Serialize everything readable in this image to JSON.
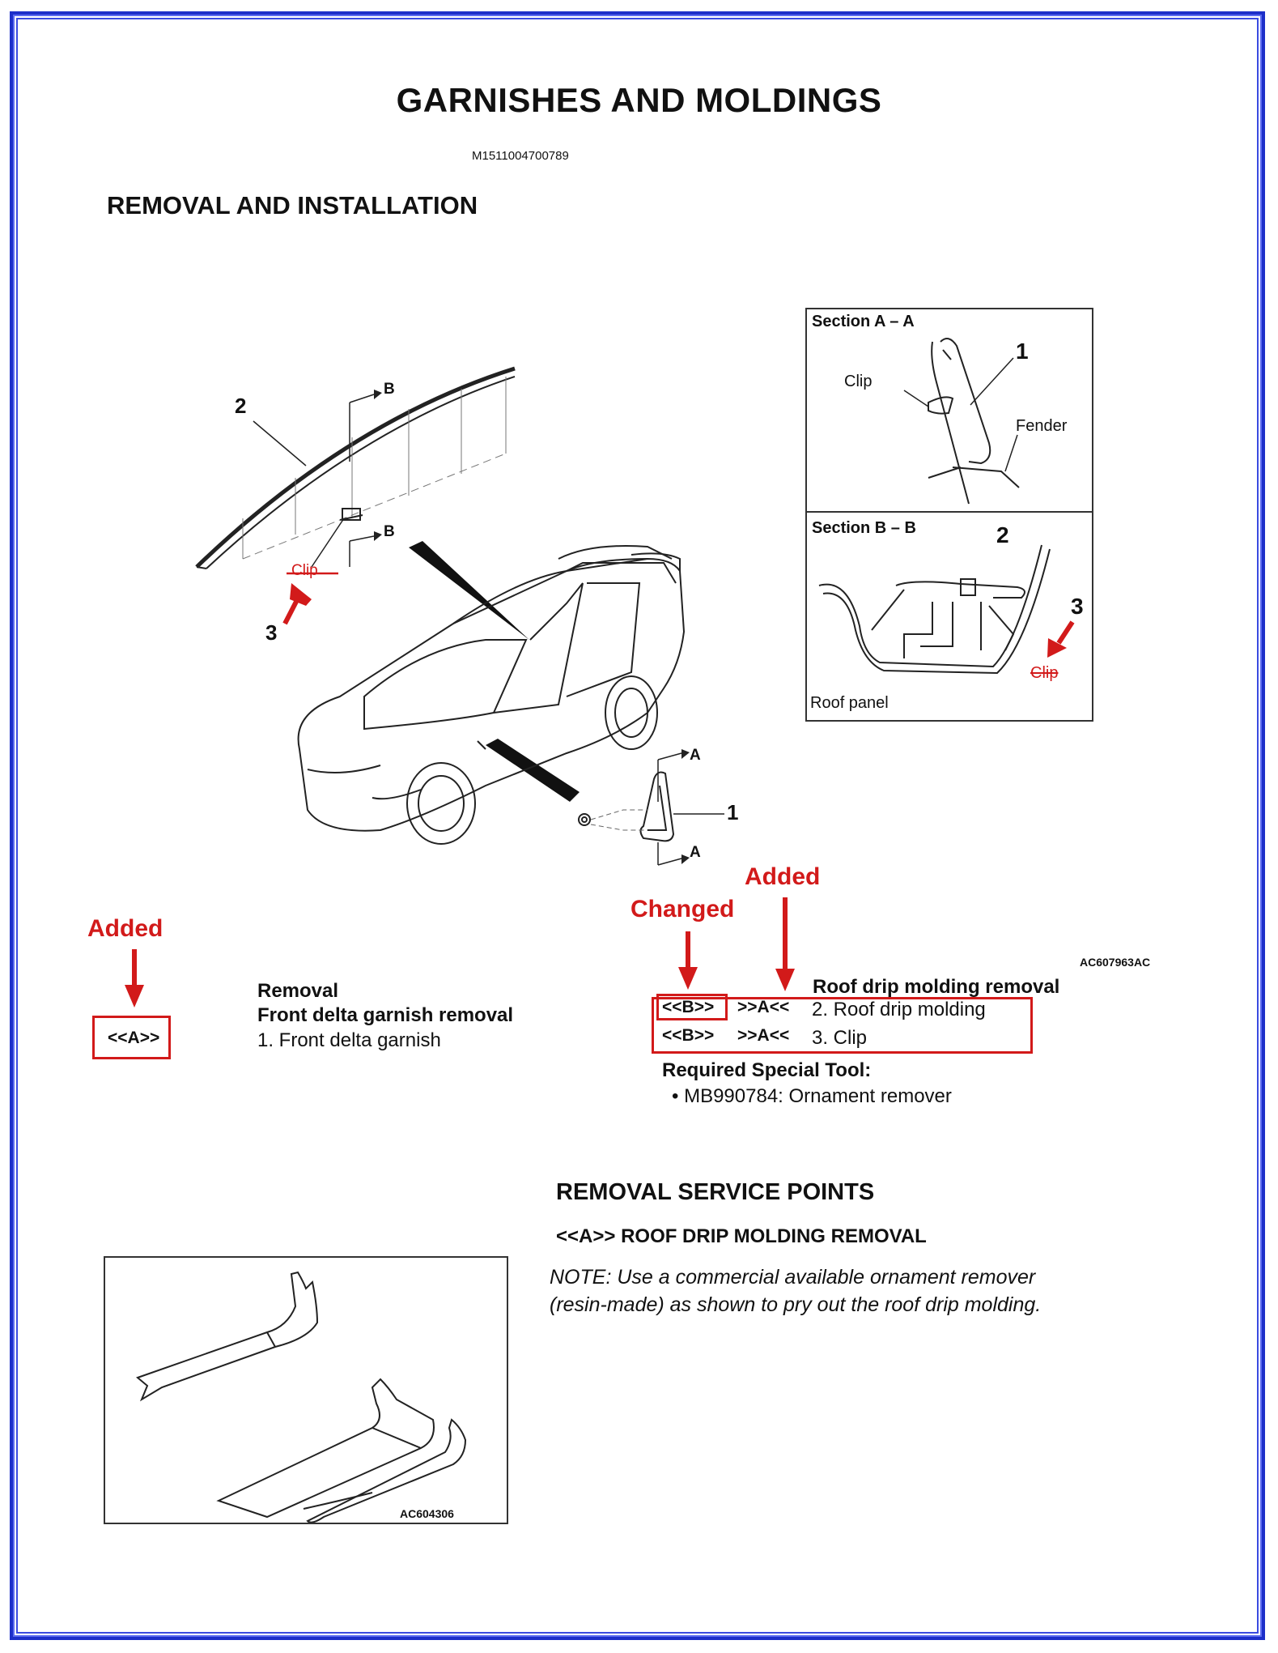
{
  "page": {
    "title": "GARNISHES AND MOLDINGS",
    "doc_id": "M1511004700789",
    "section_title": "REMOVAL AND INSTALLATION"
  },
  "diagram": {
    "label_2": "2",
    "label_b_top": "B",
    "label_b_bottom": "B",
    "label_clip": "Clip",
    "label_3": "3",
    "label_a_top": "A",
    "label_a_bottom": "A",
    "label_1": "1",
    "figure_code": "AC607963AC"
  },
  "section_aa": {
    "title": "Section A – A",
    "label_1": "1",
    "clip": "Clip",
    "fender": "Fender"
  },
  "section_bb": {
    "title": "Section B – B",
    "label_2": "2",
    "label_3": "3",
    "clip": "Clip",
    "roof_panel": "Roof panel"
  },
  "annotations": {
    "added_left": "Added",
    "changed": "Changed",
    "added_right": "Added"
  },
  "left_list": {
    "marker": "<<A>>",
    "heading": "Removal",
    "subheading": "Front delta garnish removal",
    "item_1": "1.   Front delta garnish"
  },
  "right_list": {
    "heading": "Roof drip molding removal",
    "rows": [
      {
        "removal": "<<B>>",
        "install": ">>A<<",
        "item": "2.   Roof drip molding"
      },
      {
        "removal": "<<B>>",
        "install": ">>A<<",
        "item": "3.   Clip"
      }
    ],
    "tool_heading": "Required Special Tool:",
    "tool_item": "MB990784: Ornament remover"
  },
  "service_points": {
    "heading": "REMOVAL SERVICE POINTS",
    "subheading": "<<A>> ROOF DRIP MOLDING REMOVAL",
    "note_line1": "NOTE: Use a commercial available ornament remover",
    "note_line2": "(resin-made) as shown to pry out the roof drip molding.",
    "figure_code": "AC604306"
  }
}
